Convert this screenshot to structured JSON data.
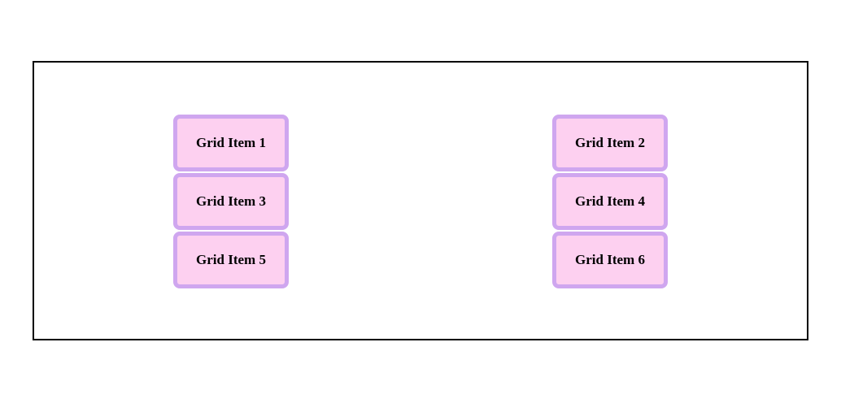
{
  "colors": {
    "page_background": "#ffffff",
    "container_border": "#000000",
    "item_background": "#fdd0f0",
    "item_border": "#cfa6ef",
    "item_text": "#000000"
  },
  "grid": {
    "items": [
      {
        "label": "Grid Item 1"
      },
      {
        "label": "Grid Item 2"
      },
      {
        "label": "Grid Item 3"
      },
      {
        "label": "Grid Item 4"
      },
      {
        "label": "Grid Item 5"
      },
      {
        "label": "Grid Item 6"
      }
    ]
  }
}
